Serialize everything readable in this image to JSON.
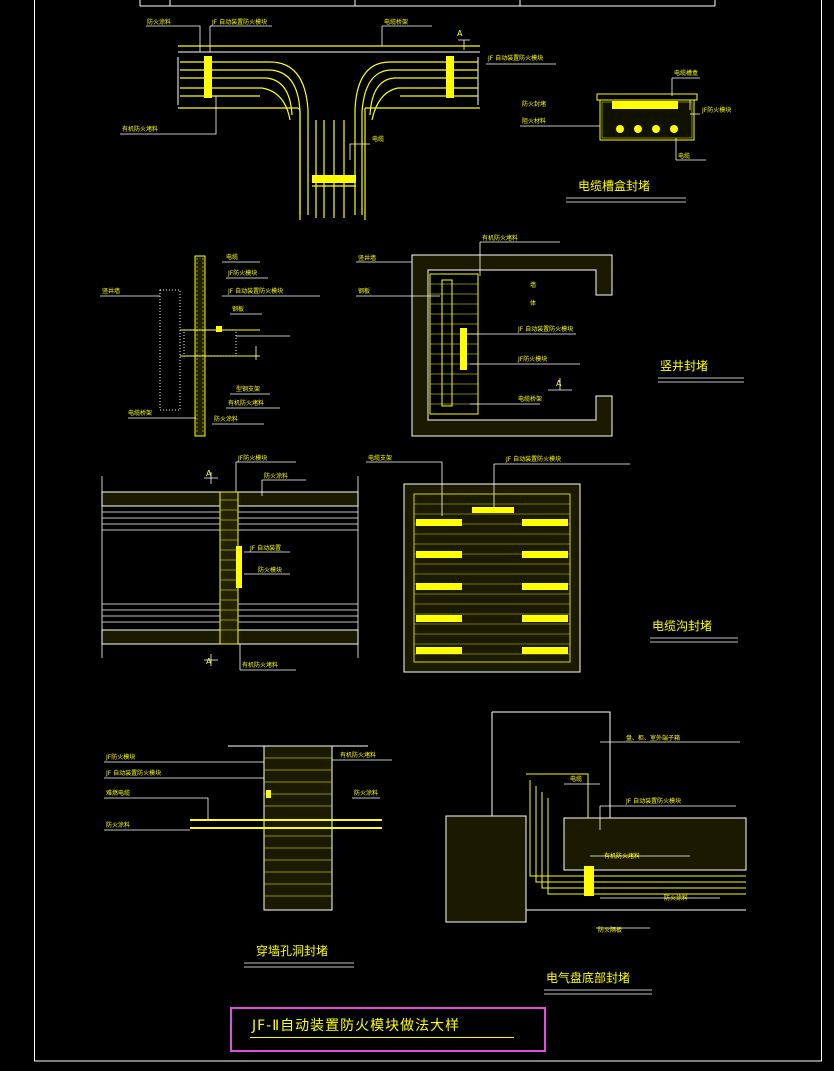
{
  "colors": {
    "background": "#000000",
    "line": "#ffff00",
    "white": "#ffffff",
    "highlight": "#e04ee0"
  },
  "tray_detail": {
    "label_fire_material": "防火涂料",
    "label_auto_module_top": "JF 自动装置防火模块",
    "label_cable_tray": "电缆桥架",
    "label_auto_module_right": "JF 自动装置防火模块",
    "label_fireproof_sealant": "有机防火堵料",
    "label_cable": "电缆",
    "section_mark": "A"
  },
  "tray_box": {
    "label_trough": "电缆槽盒",
    "label_fill_1": "防火封堵",
    "label_fill_2": "阻火材料",
    "label_module": "JF防火模块",
    "label_cable": "电缆",
    "caption": "电缆槽盒封堵"
  },
  "shaft_section": {
    "label_cable": "电缆",
    "label_module": "JF防火模块",
    "label_auto_module": "JF 自动装置防火模块",
    "label_plate": "钢板",
    "label_shaft": "竖井墙",
    "label_steel": "型钢支架",
    "label_mortar": "有机防火堵料",
    "label_paint": "防火涂料",
    "label_tray": "电缆桥架"
  },
  "shaft_plan": {
    "label_top": "有机防火堵料",
    "label_wall": "竖井墙",
    "label_steel": "钢板",
    "label_side_1": "墙",
    "label_side_2": "体",
    "label_auto": "JF 自动装置防火模块",
    "label_module": "JF防火模块",
    "label_tray": "电缆桥架",
    "section_mark": "A",
    "caption": "竖井封堵"
  },
  "trench_section": {
    "label_top": "JF防火模块",
    "label_paint": "防火涂料",
    "label_auto": "JF 自动装置",
    "label_module": "防火模块",
    "label_bottom": "有机防火堵料",
    "section_mark": "A"
  },
  "trench_plan": {
    "label_support": "电缆支架",
    "label_auto": "JF 自动装置防火模块",
    "caption": "电缆沟封堵"
  },
  "wall_hole": {
    "label_1": "JF防火模块",
    "label_2": "JF 自动装置防火模块",
    "label_3": "难燃电缆",
    "label_4": "防火涂料",
    "label_r1": "有机防火堵料",
    "label_r2": "防火涂料",
    "caption": "穿墙孔洞封堵"
  },
  "floor_hole": {
    "label_top": "盘、柜、室外端子箱",
    "label_cable": "电缆",
    "label_auto": "JF 自动装置防火模块",
    "label_organic": "有机防火堵料",
    "label_paint": "防火涂料",
    "label_board": "防火隔板",
    "caption": "电气盘底部封堵"
  },
  "sheet_title": "JF-Ⅱ自动装置防火模块做法大样"
}
